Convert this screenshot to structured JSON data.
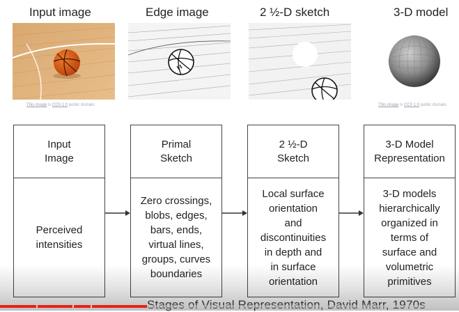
{
  "top_labels": {
    "input": "Input image",
    "edge": "Edge image",
    "sketch": "2 ½-D sketch",
    "model": "3-D model"
  },
  "credits": {
    "link_text": "This image",
    "middle": " is ",
    "license": "CC0 1.0",
    "suffix": " public domain"
  },
  "stages": [
    {
      "title": "Input\nImage",
      "body": "Perceived\nintensities"
    },
    {
      "title": "Primal\nSketch",
      "body": "Zero crossings,\nblobs, edges,\nbars, ends,\nvirtual lines,\ngroups, curves\nboundaries"
    },
    {
      "title": "2 ½-D\nSketch",
      "body": "Local surface\norientation\nand\ndiscontinuities\nin depth and\nin surface\norientation"
    },
    {
      "title": "3-D Model\nRepresentation",
      "body": "3-D models\nhierarchically\norganized in\nterms of\nsurface and\nvolumetric\nprimitives"
    }
  ],
  "caption": "Stages of Visual Representation, David Marr, 1970s",
  "video": {
    "progress": 0.32,
    "colors": {
      "played": "#e62117",
      "track": "#c8c8c8"
    }
  }
}
